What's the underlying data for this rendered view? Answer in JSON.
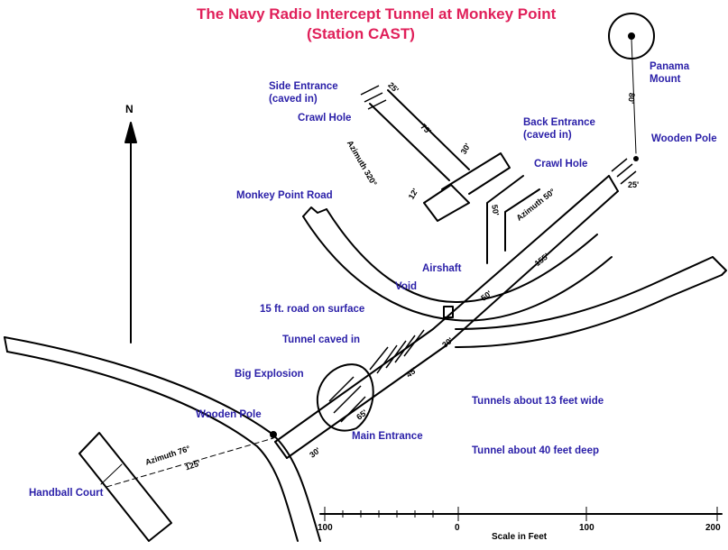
{
  "title": {
    "line1": "The Navy Radio Intercept Tunnel at Monkey Point",
    "line2": "(Station CAST)"
  },
  "labels": {
    "side_entrance": "Side Entrance",
    "side_entrance_note": "(caved in)",
    "crawl_hole_1": "Crawl Hole",
    "panama_mount_1": "Panama",
    "panama_mount_2": "Mount",
    "back_entrance": "Back Entrance",
    "back_entrance_note": "(caved in)",
    "wooden_pole_1": "Wooden Pole",
    "crawl_hole_2": "Crawl Hole",
    "monkey_point_road": "Monkey Point Road",
    "airshaft": "Airshaft",
    "void": "Void",
    "road_on_surface": "15 ft. road on surface",
    "tunnel_caved_in": "Tunnel caved in",
    "big_explosion": "Big Explosion",
    "wooden_pole_2": "Wooden Pole",
    "main_entrance": "Main Entrance",
    "handball_court": "Handball Court",
    "tunnels_wide": "Tunnels about 13 feet wide",
    "tunnel_deep": "Tunnel about 40 feet deep",
    "north": "N"
  },
  "dimensions": {
    "d25_side": "25'",
    "d75": "75'",
    "d30_side": "30'",
    "d12": "12'",
    "d50_branch": "50'",
    "azimuth_320": "Azimuth 320°",
    "azimuth_50": "Azimuth 50°",
    "d25_back": "25'",
    "d80": "80'",
    "d155": "155'",
    "d50_main": "50'",
    "d30_road": "30'",
    "d45": "45'",
    "d65": "65'",
    "d30_entrance": "30'",
    "azimuth_76": "Azimuth 76°",
    "d125": "125'"
  },
  "scale": {
    "label": "Scale in Feet",
    "ticks": [
      "100",
      "0",
      "100",
      "200"
    ]
  },
  "colors": {
    "title": "#e0205a",
    "label": "#2a1fa8",
    "line": "#000000"
  }
}
